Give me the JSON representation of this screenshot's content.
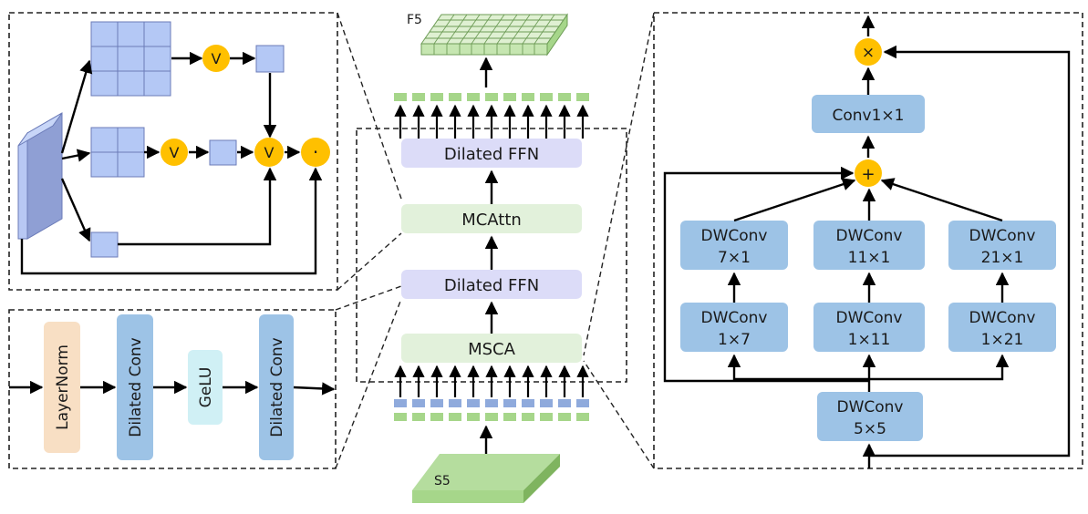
{
  "colors": {
    "ffn_fill": "#dcdcf8",
    "attn_fill": "#e2f1db",
    "dwconv_fill": "#9dc3e6",
    "layernorm_fill": "#f8dfc4",
    "gelu_fill": "#d0f0f5",
    "grid_cell": "#b4c8f5",
    "op_circle": "#ffc000",
    "token_green": "#a6d68a",
    "token_blue": "#8faadc"
  },
  "center": {
    "f5_label": "F5",
    "s5_label": "S5",
    "dilated_ffn_top": "Dilated FFN",
    "mcattn": "MCAttn",
    "dilated_ffn_bottom": "Dilated FFN",
    "msca": "MSCA"
  },
  "left_top": {
    "op_v_1": "V",
    "op_v_2": "V",
    "op_v_3": "V",
    "op_dot": "·"
  },
  "left_bottom": {
    "layernorm": "LayerNorm",
    "dilated_conv_1": "Dilated Conv",
    "gelu": "GeLU",
    "dilated_conv_2": "Dilated Conv"
  },
  "right": {
    "op_mul": "×",
    "op_add": "+",
    "conv1x1": "Conv1×1",
    "dw7x1": [
      "DWConv",
      "7×1"
    ],
    "dw11x1": [
      "DWConv",
      "11×1"
    ],
    "dw21x1": [
      "DWConv",
      "21×1"
    ],
    "dw1x7": [
      "DWConv",
      "1×7"
    ],
    "dw1x11": [
      "DWConv",
      "1×11"
    ],
    "dw1x21": [
      "DWConv",
      "1×21"
    ],
    "dw5x5": [
      "DWConv",
      "5×5"
    ]
  }
}
